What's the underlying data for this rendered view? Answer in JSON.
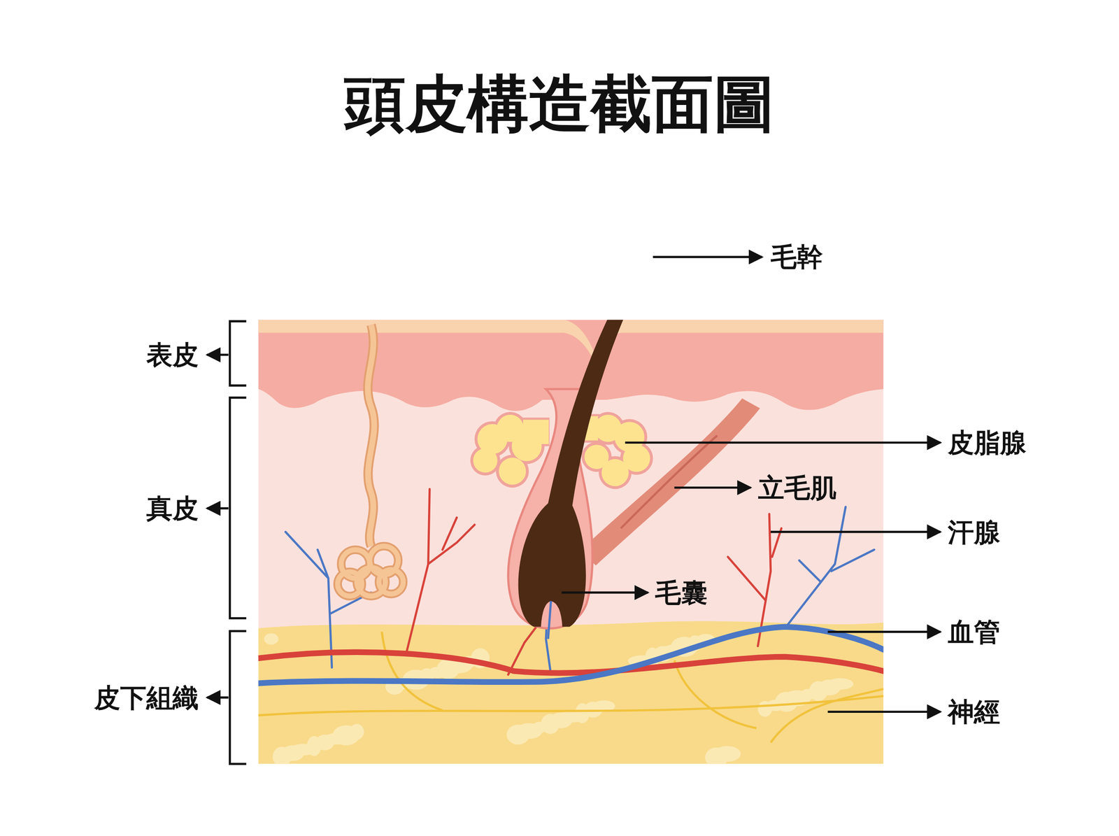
{
  "diagram": {
    "title": "頭皮構造截面圖",
    "labels": [
      "毛幹",
      "表皮",
      "真皮",
      "皮下組織",
      "皮脂腺",
      "立毛肌",
      "汗腺",
      "毛囊",
      "血管",
      "神經"
    ]
  }
}
